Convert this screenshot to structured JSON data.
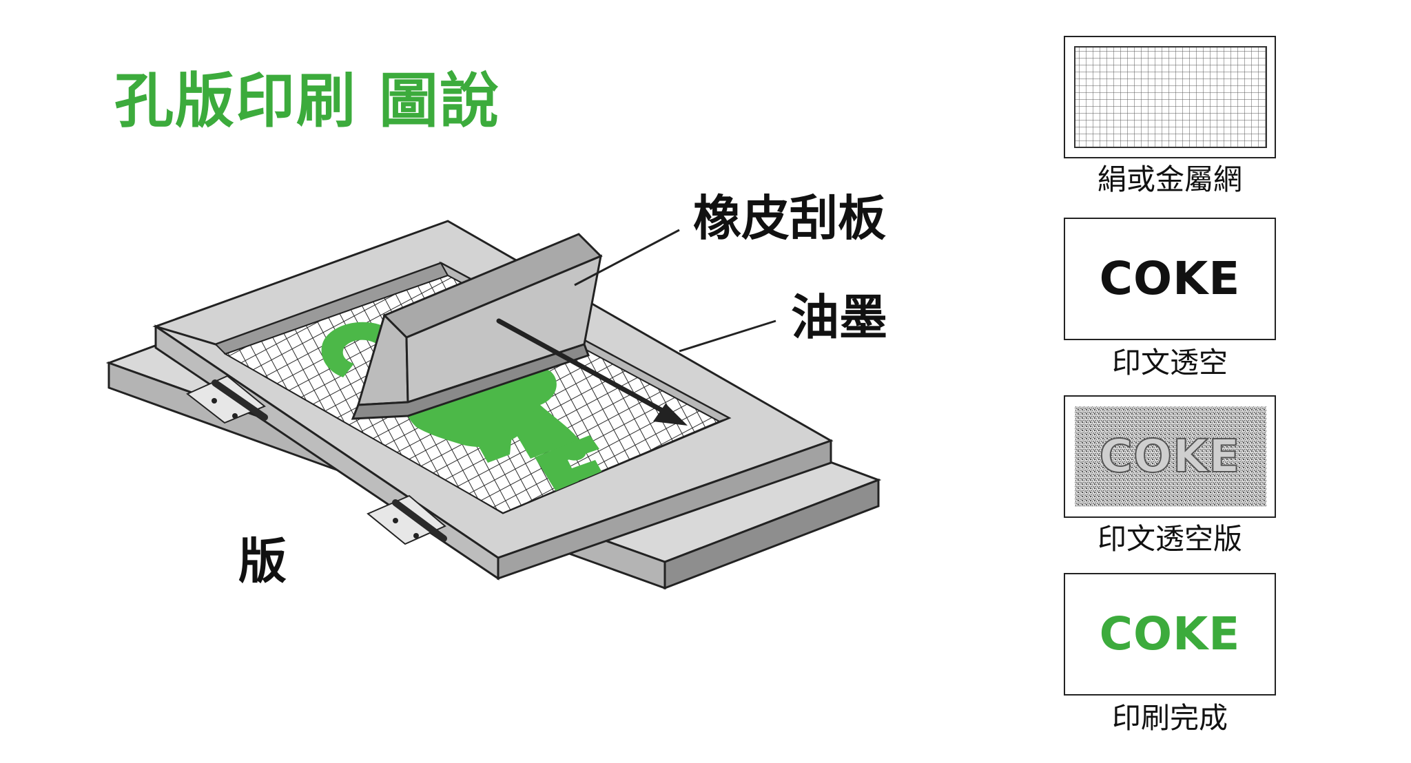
{
  "title": "孔版印刷 圖說",
  "callouts": {
    "squeegee": "橡皮刮板",
    "ink": "油墨",
    "frame": "版"
  },
  "panels": [
    {
      "caption": "絹或金屬網",
      "type": "mesh"
    },
    {
      "caption": "印文透空",
      "word": "COKE",
      "word_color": "#111111"
    },
    {
      "caption": "印文透空版",
      "word": "COKE",
      "type": "stencil"
    },
    {
      "caption": "印刷完成",
      "word": "COKE",
      "word_color": "#3cab3c"
    }
  ],
  "stenciled_text": "COKE",
  "colors": {
    "title": "#3cab3c",
    "ink": "#4cb848",
    "frame": "#cfcfcf",
    "outline": "#222222"
  }
}
